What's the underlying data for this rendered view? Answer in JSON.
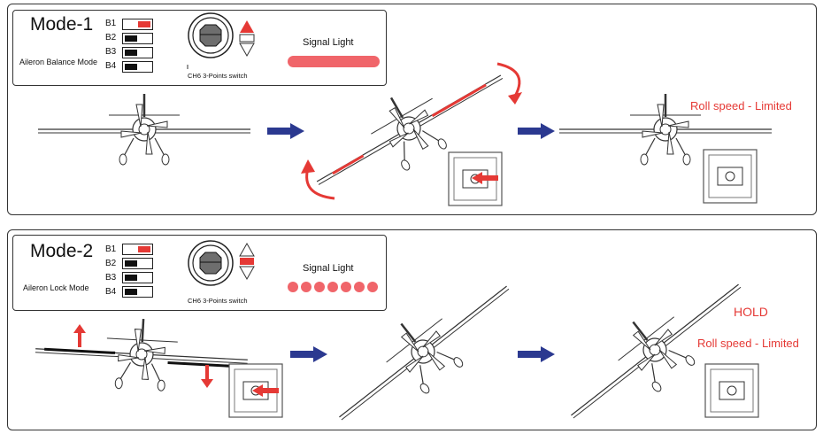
{
  "modes": [
    {
      "title": "Mode-1",
      "subtitle": "Aileron Balance Mode",
      "switch_labels": [
        "B1",
        "B2",
        "B3",
        "B4"
      ],
      "switch_caption": "CH6 3-Points switch",
      "signal_caption": "Signal Light",
      "notes": [
        "Roll speed - Limited"
      ]
    },
    {
      "title": "Mode-2",
      "subtitle": "Aileron Lock Mode",
      "switch_labels": [
        "B1",
        "B2",
        "B3",
        "B4"
      ],
      "switch_caption": "CH6 3-Points switch",
      "signal_caption": "Signal Light",
      "hold": "HOLD",
      "notes": [
        "Roll speed - Limited"
      ]
    }
  ],
  "colors": {
    "accent": "#e53935",
    "arrow": "#2b3990",
    "outline": "#333333"
  }
}
